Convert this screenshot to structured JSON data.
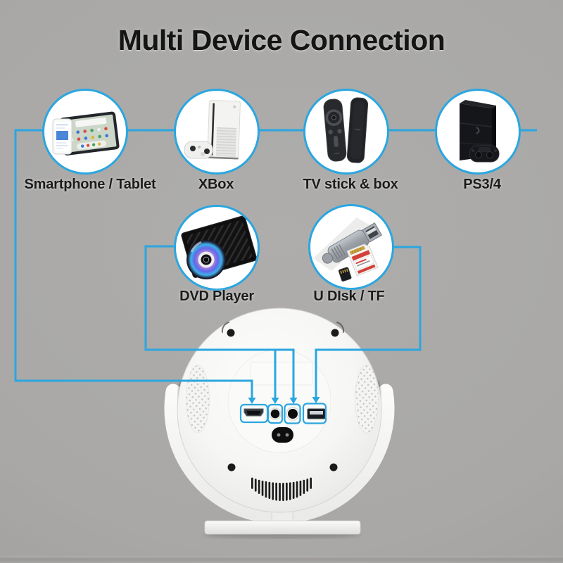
{
  "title": "Multi Device Connection",
  "devices": [
    {
      "icon": "smartphone-tablet-photo",
      "label": "Smartphone / Tablet"
    },
    {
      "icon": "xbox-console-photo",
      "label": "XBox"
    },
    {
      "icon": "tv-stick-remote-photo",
      "label": "TV stick & box"
    },
    {
      "icon": "ps4-console-photo",
      "label": "PS3/4"
    },
    {
      "icon": "dvd-player-photo",
      "label": "DVD Player"
    },
    {
      "icon": "usb-card-reader-photo",
      "label": "U DIsk / TF"
    }
  ],
  "projector": {
    "ports": [
      {
        "icon": "hdmi-port-icon"
      },
      {
        "icon": "av-round-port-icon"
      },
      {
        "icon": "audio-round-port-icon"
      },
      {
        "icon": "usb-port-icon"
      },
      {
        "icon": "power-inlet-icon"
      }
    ]
  },
  "colors": {
    "accent_blue": "#2BA6E0",
    "background_gray": "#A9A8A6",
    "text_dark": "#1A1A1A"
  }
}
